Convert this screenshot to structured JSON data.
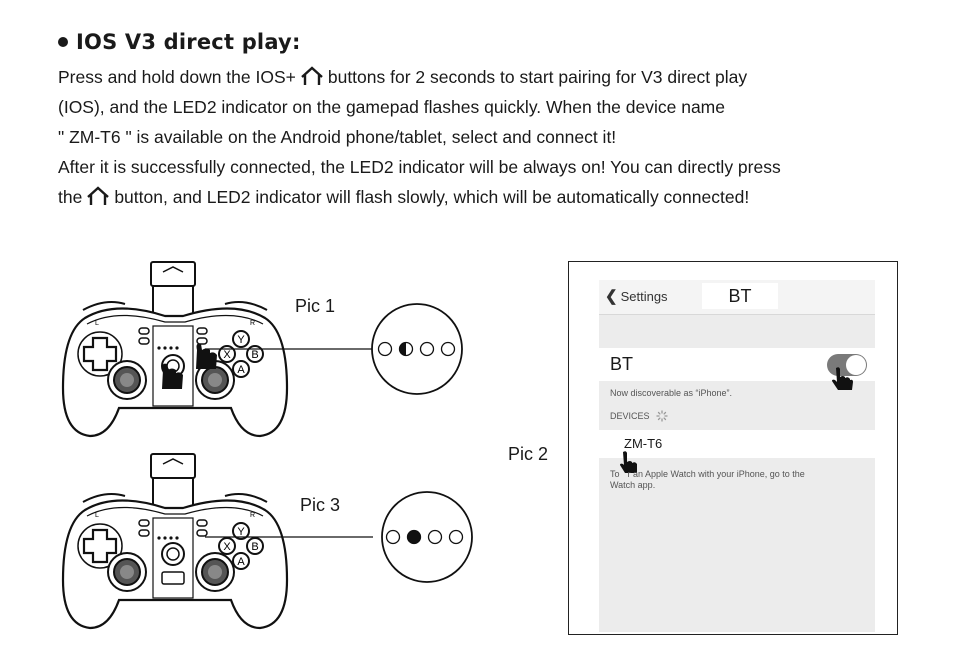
{
  "heading": "IOS V3 direct play:",
  "paragraph": {
    "line1_a": "Press and hold down the IOS+",
    "line1_b": "buttons for 2 seconds to start pairing for V3 direct play",
    "line2": "(IOS), and the LED2 indicator on the gamepad flashes quickly. When the device name",
    "line3": "\" ZM-T6  \" is available on the Android phone/tablet, select and connect it!",
    "line4": "After it is successfully connected, the LED2 indicator will be always on! You can directly press",
    "line5_a": "the",
    "line5_b": "button, and LED2 indicator will flash slowly, which will be automatically connected!"
  },
  "pic_labels": {
    "pic1": "Pic 1",
    "pic2": "Pic 2",
    "pic3": "Pic 3"
  },
  "gamepad_buttons": {
    "y": "Y",
    "x": "X",
    "b": "B",
    "a": "A",
    "l": "L",
    "r": "R"
  },
  "led_pic1": [
    "off",
    "half",
    "off",
    "off"
  ],
  "led_pic3": [
    "off",
    "on",
    "off",
    "off"
  ],
  "phone": {
    "back_label": "Settings",
    "title": "BT",
    "bt_label": "BT",
    "bt_enabled": true,
    "discoverable": "Now discoverable as “iPhone”.",
    "devices_header": "DEVICES",
    "device_name": "ZM-T6",
    "watch_note_a": "To",
    "watch_note_b": "r an Apple Watch with your iPhone, go to the",
    "watch_note_c": "Watch app."
  },
  "icons": [
    "home-icon",
    "hand-pointer-icon",
    "spinner-icon",
    "chevron-left-icon"
  ]
}
